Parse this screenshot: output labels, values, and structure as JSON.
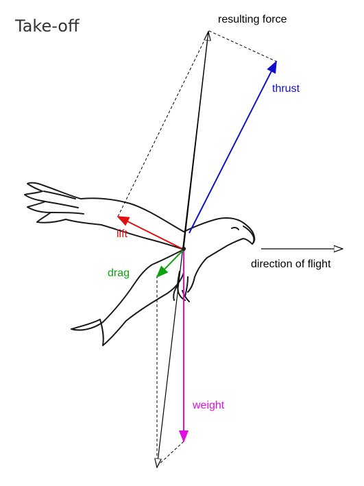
{
  "title": "Take-off",
  "labels": {
    "resulting_force": "resulting force",
    "thrust": "thrust",
    "lift": "lift",
    "drag": "drag",
    "weight": "weight",
    "direction_of_flight": "direction of flight"
  },
  "colors": {
    "thrust": "#1010cc",
    "lift": "#e01010",
    "drag": "#10a010",
    "weight": "#e010e0",
    "resulting_force": "#000000",
    "bird_outline": "#1a1a1a"
  }
}
